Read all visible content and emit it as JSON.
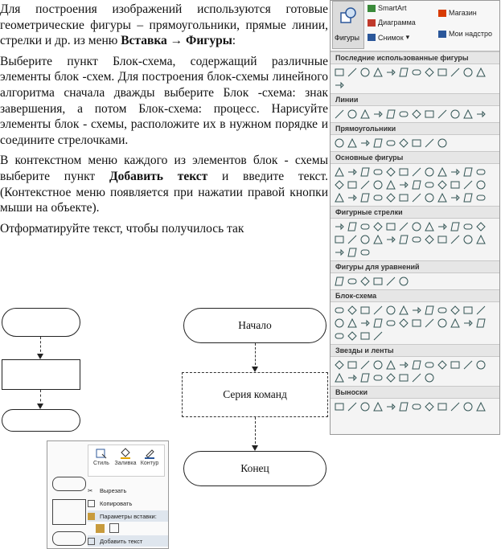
{
  "text": {
    "p1": "Для построения изображений используются готовые геометрические фигуры – прямоугольники, прямые линии, стрелки и др. из меню ",
    "p1_menu": "Вставка → Фигуры",
    "p1_end": ":",
    "p2": "Выберите пункт Блок-схема, содержащий различные элементы блок -схем. Для построения блок-схемы линейного алгоритма сначала дважды выберите Блок -схема: знак завершения, а потом Блок-схема: процесс. Нарисуйте элементы блок - схемы, расположите их в нужном порядке и соедините стрелочками.",
    "p3_start": "В контекстном меню каждого из элементов блок - схемы выберите пункт ",
    "p3_cmd": "Добавить текст",
    "p3_end": " и введите текст. (Контекстное меню появляется при нажатии правой кнопки мыши на объекте).",
    "p4": "Отформатируйте текст, чтобы получилось так"
  },
  "flowchart": {
    "start": "Начало",
    "process": "Серия команд",
    "end": "Конец"
  },
  "ribbon": {
    "shapes": "Фигуры",
    "smartart": "SmartArt",
    "chart": "Диаграмма",
    "snapshot": "Снимок",
    "store": "Магазин",
    "addins": "Мои надстро",
    "colors": {
      "store": "#d83b01",
      "addins": "#2b579a",
      "smartart": "#3a8a3a",
      "chart": "#c0392b"
    }
  },
  "shape_sections": [
    "Последние использованные фигуры",
    "Линии",
    "Прямоугольники",
    "Основные фигуры",
    "Фигурные стрелки",
    "Фигуры для уравнений",
    "Блок-схема",
    "Звезды и ленты",
    "Выноски"
  ],
  "context_menu": {
    "style": "Стиль",
    "fill": "Заливка",
    "outline": "Контур",
    "items": [
      "Вырезать",
      "Копировать",
      "Параметры вставки:",
      "Добавить текст"
    ]
  }
}
